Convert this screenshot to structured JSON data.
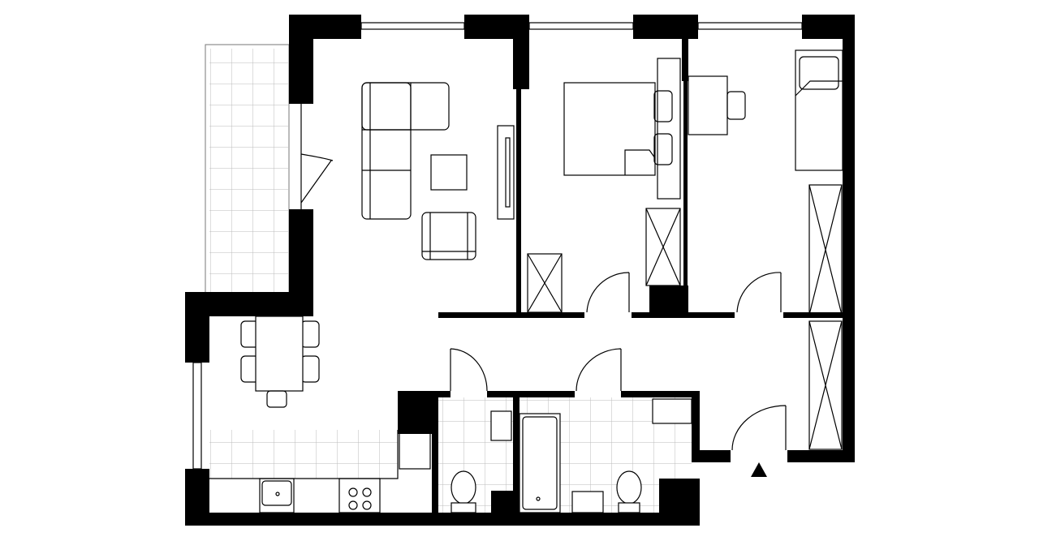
{
  "diagram": {
    "type": "floor-plan",
    "rooms": [
      "living-room",
      "bedroom",
      "bedroom",
      "kitchen-dining",
      "wc",
      "bathroom",
      "hallway",
      "balcony"
    ],
    "colors": {
      "wall": "#000000",
      "tile": "#bbbbbb",
      "background": "#ffffff"
    }
  }
}
